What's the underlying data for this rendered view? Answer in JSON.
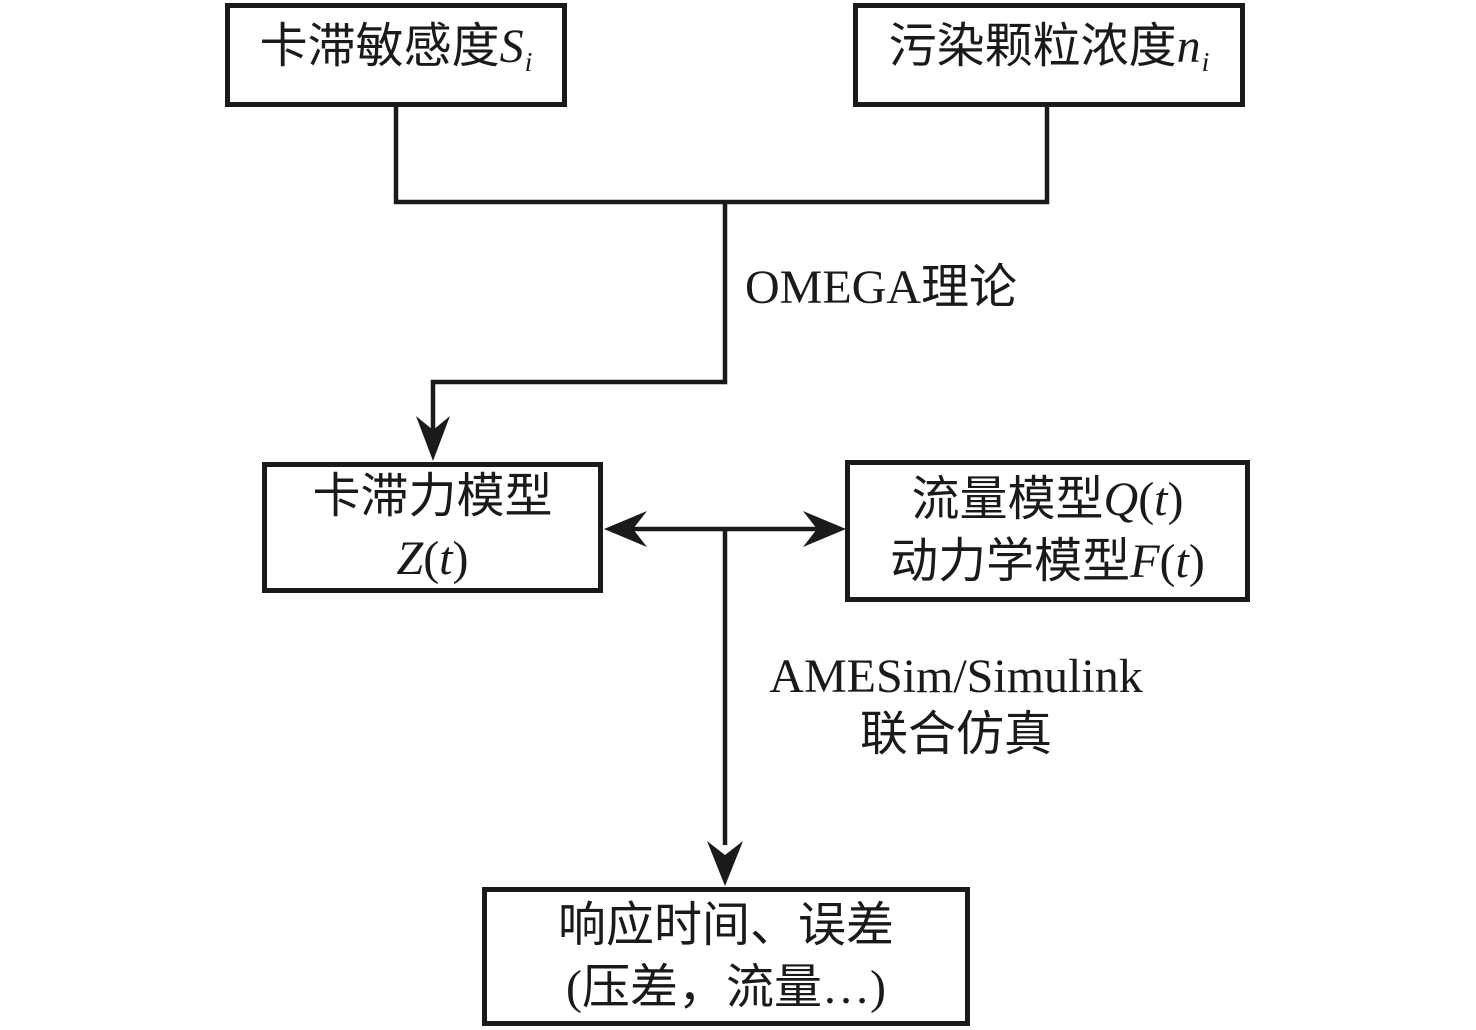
{
  "colors": {
    "ink": "#1a1a1a",
    "background": "#ffffff"
  },
  "nodes": {
    "stick_sensitivity": {
      "text": "卡滞敏感度",
      "symbol": "S",
      "subscript": "i"
    },
    "particle_concentration": {
      "text": "污染颗粒浓度",
      "symbol": "n",
      "subscript": "i"
    },
    "stick_force_model": {
      "line1": "卡滞力模型",
      "symbol": "Z",
      "paren_open": "(",
      "arg": "t",
      "paren_close": ")"
    },
    "flow_dynamics_model": {
      "line1": {
        "text": "流量模型",
        "symbol": "Q",
        "paren_open": "(",
        "arg": "t",
        "paren_close": ")"
      },
      "line2": {
        "text": "动力学模型",
        "symbol": "F",
        "paren_open": "(",
        "arg": "t",
        "paren_close": ")"
      }
    },
    "output": {
      "line1": "响应时间、误差",
      "line2": "(压差，流量…)"
    }
  },
  "edge_labels": {
    "omega_theory": "OMEGA理论",
    "cosimulation": {
      "line1": "AMESim/Simulink",
      "line2": "联合仿真"
    }
  }
}
